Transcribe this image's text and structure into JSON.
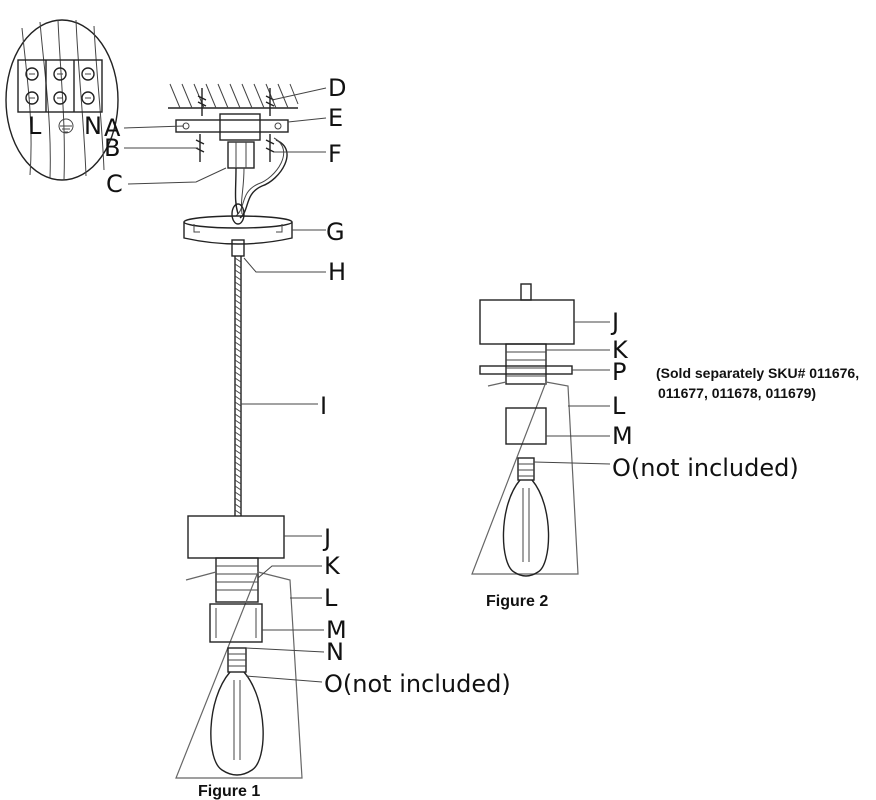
{
  "figure1": {
    "caption": "Figure 1",
    "labels": {
      "A": "A",
      "B": "B",
      "C": "C",
      "D": "D",
      "E": "E",
      "F": "F",
      "G": "G",
      "H": "H",
      "I": "I",
      "J": "J",
      "K": "K",
      "L": "L",
      "M": "M",
      "N": "N",
      "O": "O"
    },
    "o_note": "(not included)",
    "inset_labels": {
      "L": "L",
      "N": "N"
    }
  },
  "figure2": {
    "caption": "Figure 2",
    "labels": {
      "J": "J",
      "K": "K",
      "P": "P",
      "L": "L",
      "M": "M",
      "O": "O"
    },
    "o_note": "(not included)",
    "p_note_line1": "(Sold separately SKU# 011676,",
    "p_note_line2": "011677, 011678, 011679)"
  }
}
